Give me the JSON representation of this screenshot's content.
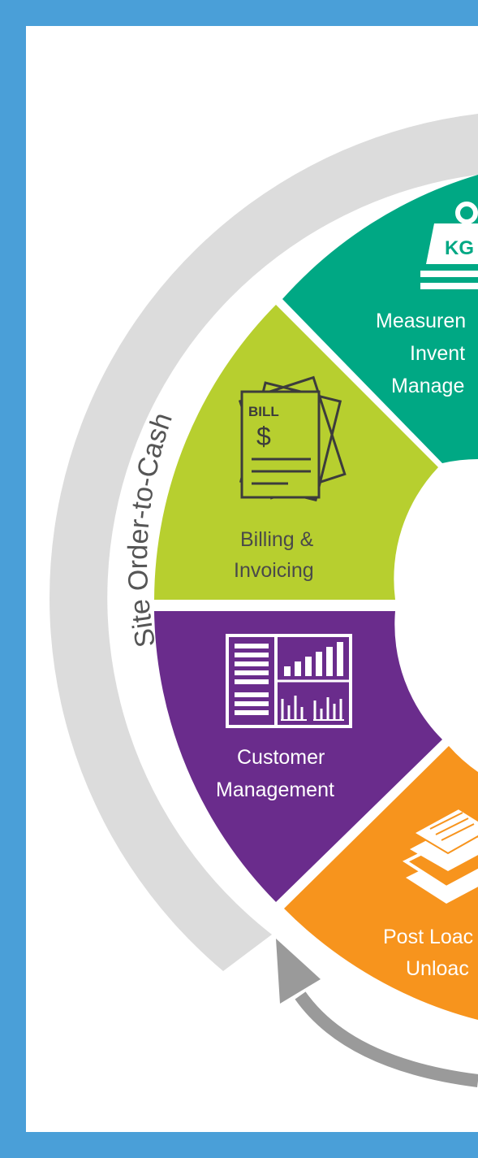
{
  "ring": {
    "label": "Site Order-to-Cash"
  },
  "colors": {
    "frame": "#4a9fd8",
    "ring": "#dcdcdc",
    "measurement": "#00a884",
    "billing": "#b7cf2f",
    "customer": "#6a2c8c",
    "post_load": "#f7941d",
    "arrow": "#9a9a9a"
  },
  "segments": {
    "measurement": {
      "line1": "Measuren",
      "line2": "Invent",
      "line3": "Manage",
      "icon": "scale-kg-icon",
      "icon_text": "KG"
    },
    "billing": {
      "line1": "Billing &",
      "line2": "Invoicing",
      "icon": "bill-icon",
      "icon_title": "BILL",
      "icon_symbol": "$"
    },
    "customer": {
      "line1": "Customer",
      "line2": "Management",
      "icon": "dashboard-icon"
    },
    "post_load": {
      "line1": "Post Loac",
      "line2": "Unloac",
      "icon": "stacked-documents-icon"
    }
  }
}
